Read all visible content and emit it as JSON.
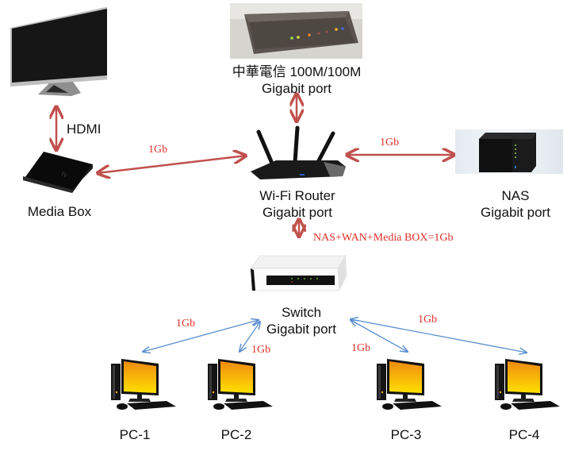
{
  "diagram": {
    "colors": {
      "wired_link": "#c0504d",
      "switch_link": "#5b8fd0",
      "speed_label": "#e0302a"
    },
    "nodes": {
      "modem": {
        "line1": "中華電信 100M/100M",
        "line2": "Gigabit port",
        "icon": "modem-icon"
      },
      "tv": {
        "icon": "monitor-icon"
      },
      "media_box": {
        "label": "Media Box",
        "icon": "media-box-icon"
      },
      "router": {
        "line1": "Wi-Fi Router",
        "line2": "Gigabit port",
        "icon": "wifi-router-icon"
      },
      "nas": {
        "line1": "NAS",
        "line2": "Gigabit port",
        "icon": "nas-icon"
      },
      "switch": {
        "line1": "Switch",
        "line2": "Gigabit port",
        "icon": "network-switch-icon"
      },
      "pcs": [
        {
          "label": "PC-1",
          "icon": "desktop-pc-icon"
        },
        {
          "label": "PC-2",
          "icon": "desktop-pc-icon"
        },
        {
          "label": "PC-3",
          "icon": "desktop-pc-icon"
        },
        {
          "label": "PC-4",
          "icon": "desktop-pc-icon"
        }
      ]
    },
    "links": {
      "tv_media": "HDMI",
      "media_router": "1Gb",
      "router_nas": "1Gb",
      "router_switch": "NAS+WAN+Media BOX=1Gb",
      "switch_pc1": "1Gb",
      "switch_pc2": "1Gb",
      "switch_pc3": "1Gb",
      "switch_pc4": "1Gb"
    }
  }
}
